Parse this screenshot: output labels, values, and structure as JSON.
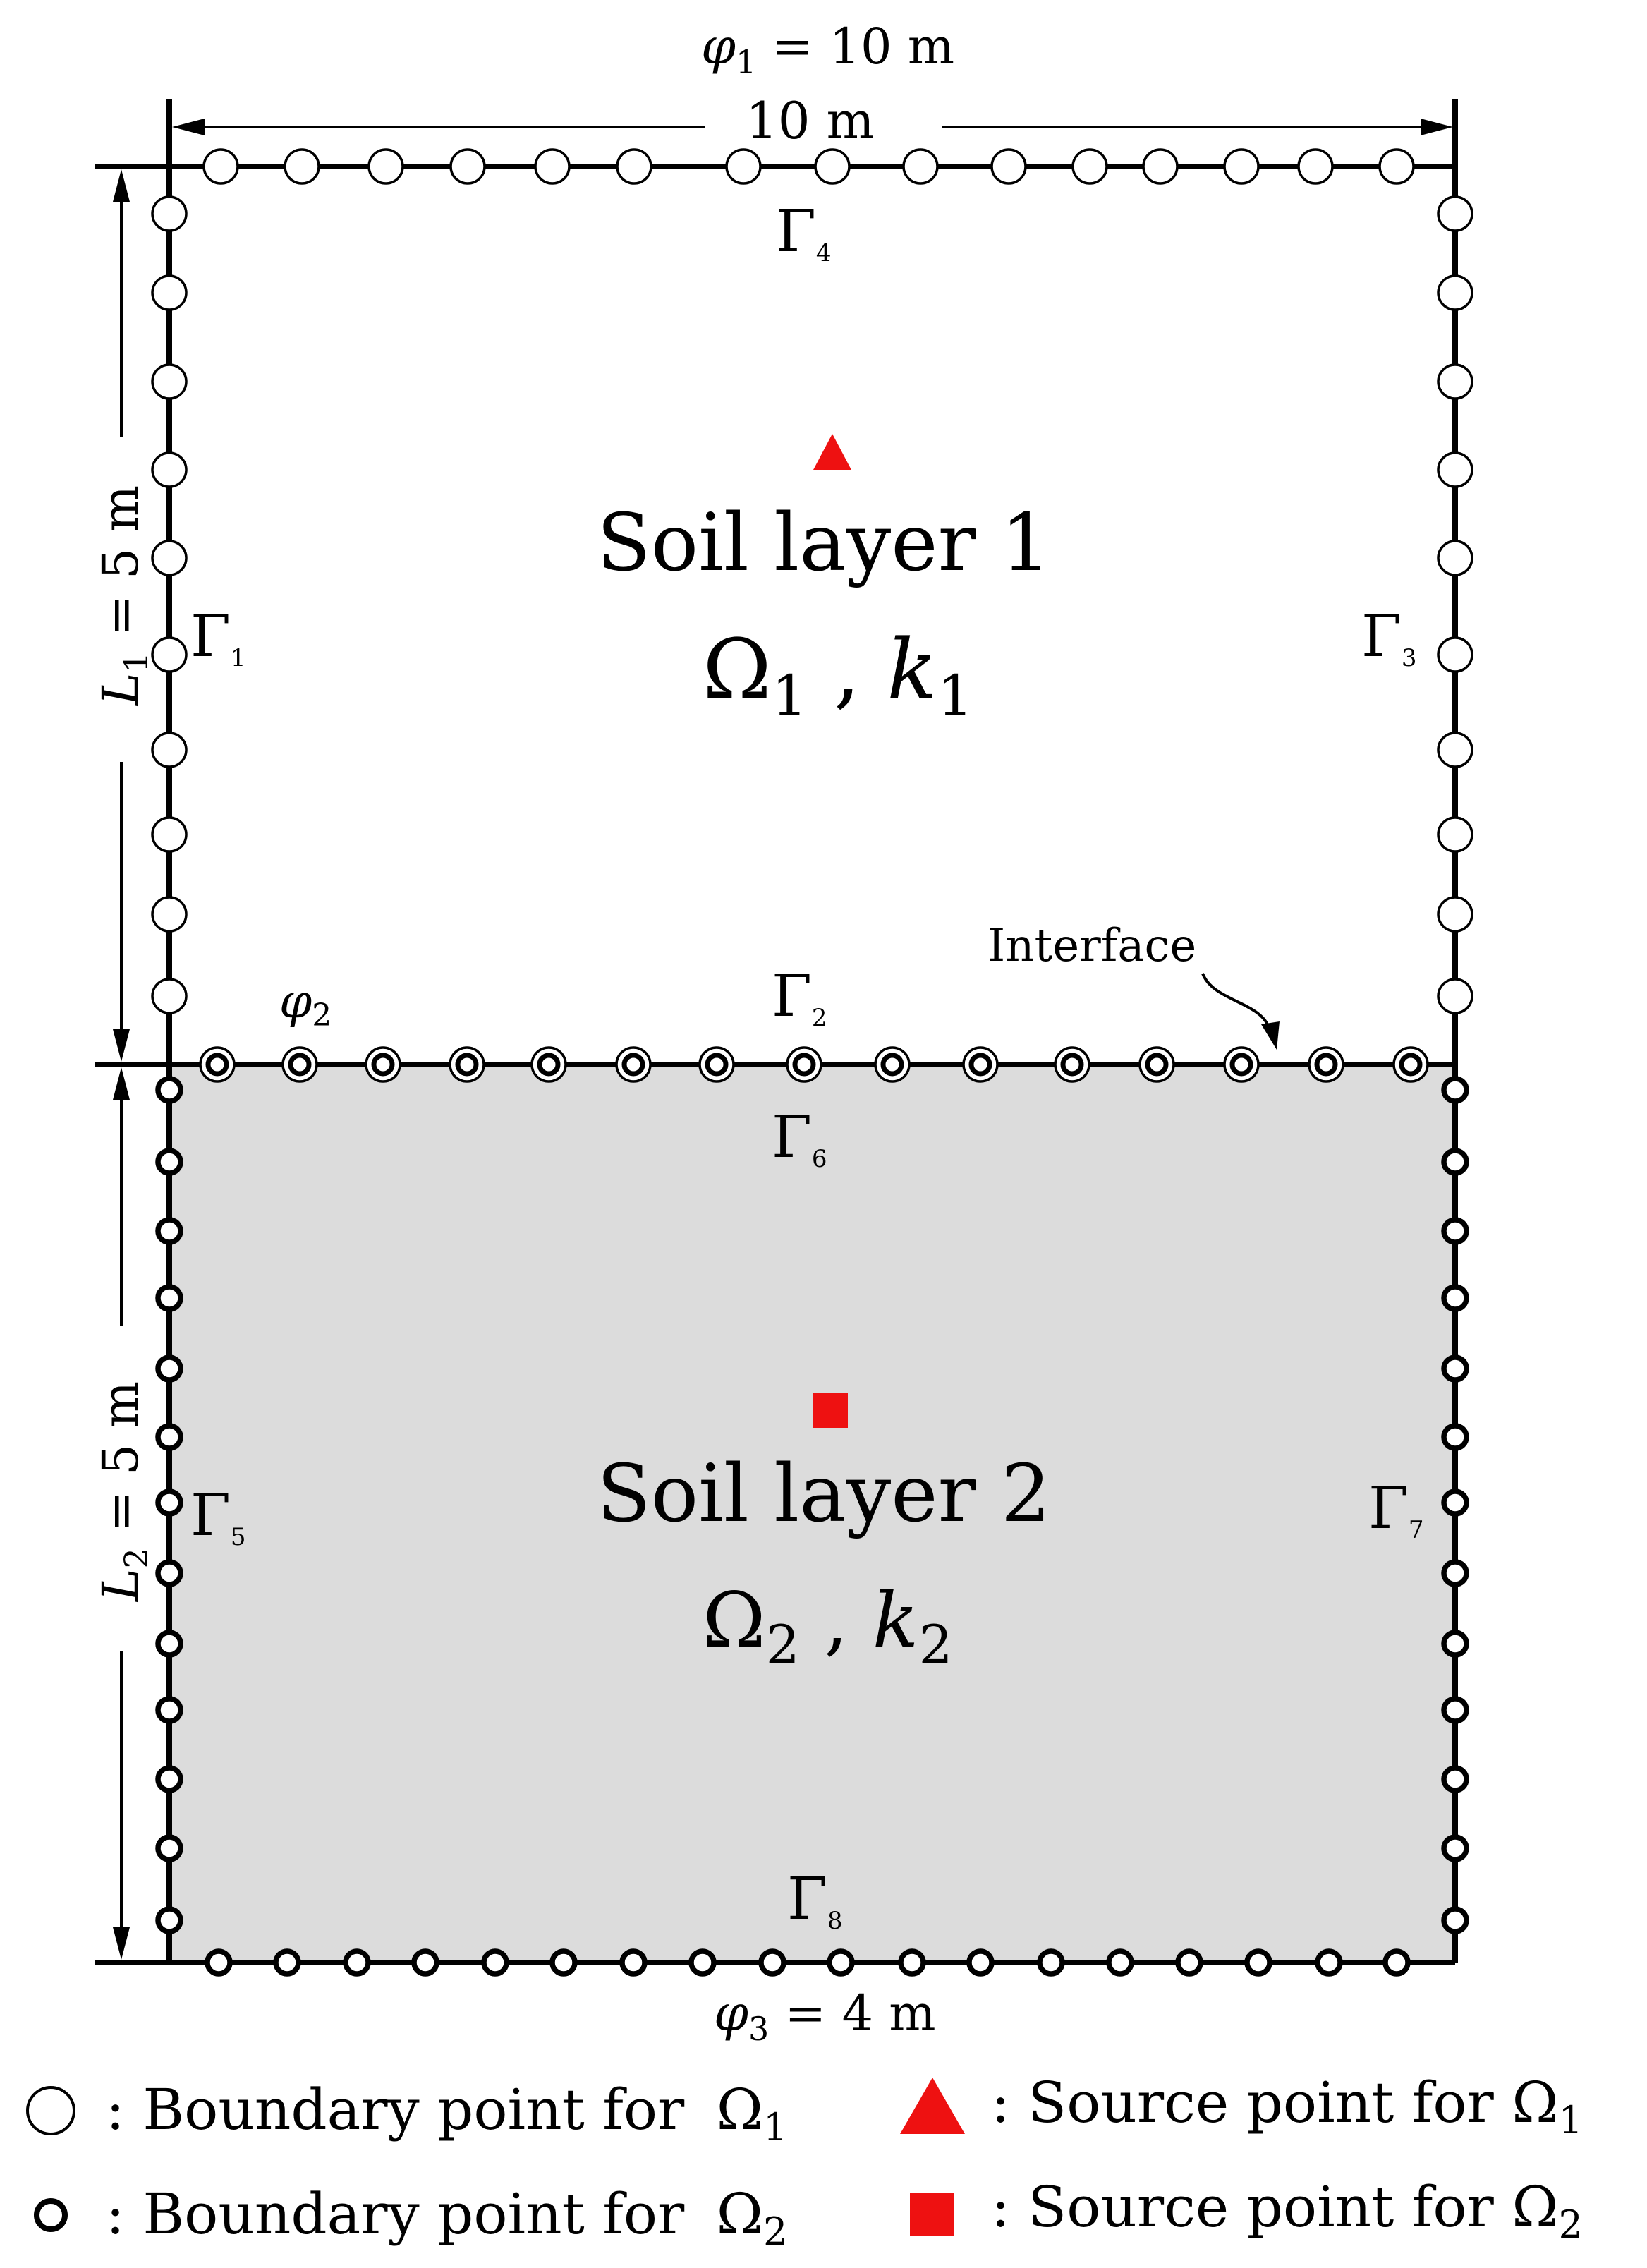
{
  "top_condition": {
    "symbol": "φ",
    "sub": "1",
    "rest": " = 10 m"
  },
  "width_label": "10 m",
  "height1": {
    "symbol": "L",
    "sub": "1",
    "rest": " = 5 m"
  },
  "height2": {
    "symbol": "L",
    "sub": "2",
    "rest": " = 5 m"
  },
  "interface_condition": {
    "symbol": "φ",
    "sub": "2"
  },
  "bottom_condition": {
    "symbol": "φ",
    "sub": "3",
    "rest": " = 4 m"
  },
  "interface_label": "Interface",
  "layer1": {
    "title": "Soil layer 1",
    "omega": "Ω",
    "omega_sub": "1",
    "sep": " , ",
    "k": "k",
    "k_sub": "1"
  },
  "layer2": {
    "title": "Soil layer 2",
    "omega": "Ω",
    "omega_sub": "2",
    "sep": " , ",
    "k": "k",
    "k_sub": "2"
  },
  "boundaries": [
    {
      "symbol": "Γ",
      "sub": "1"
    },
    {
      "symbol": "Γ",
      "sub": "2"
    },
    {
      "symbol": "Γ",
      "sub": "3"
    },
    {
      "symbol": "Γ",
      "sub": "4"
    },
    {
      "symbol": "Γ",
      "sub": "5"
    },
    {
      "symbol": "Γ",
      "sub": "6"
    },
    {
      "symbol": "Γ",
      "sub": "7"
    },
    {
      "symbol": "Γ",
      "sub": "8"
    }
  ],
  "legend": {
    "boundary1": {
      "text": ": Boundary point for ",
      "omega": "Ω",
      "sub": "1"
    },
    "boundary2": {
      "text": ": Boundary point for ",
      "omega": "Ω",
      "sub": "2"
    },
    "source1": {
      "text": ": Source point for ",
      "omega": "Ω",
      "sub": "1"
    },
    "source2": {
      "text": ": Source point for ",
      "omega": "Ω",
      "sub": "2"
    }
  },
  "colors": {
    "layer2_fill": "#dcdcdc",
    "source_marker": "#ee1111",
    "line": "#000000"
  }
}
